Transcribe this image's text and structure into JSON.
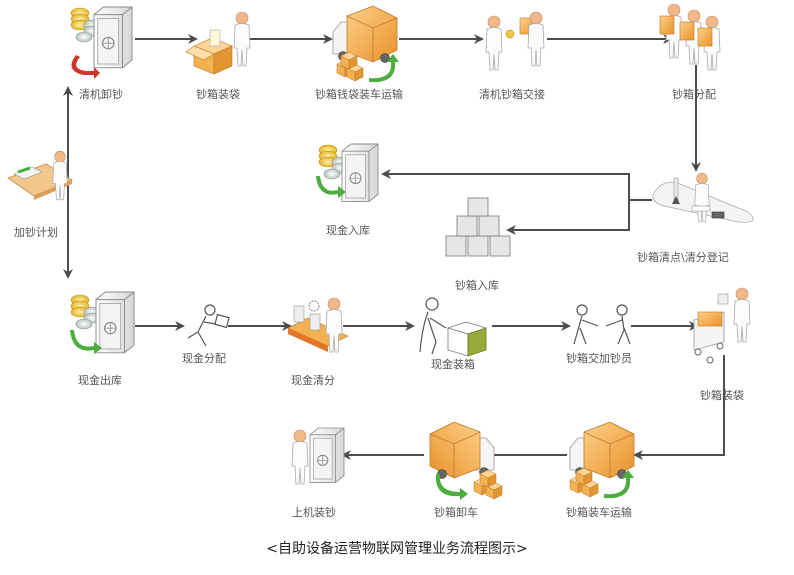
{
  "diagram": {
    "caption": "<自助设备运营物联网管理业务流程图示>",
    "colors": {
      "connector": "#4a4d50",
      "orange": "#f0a640",
      "green": "#4caf3d",
      "red": "#d2332b",
      "skin": "#f1b889",
      "gold": "#f1c84a"
    },
    "nodes": [
      {
        "id": "plan",
        "label": "加钞计划",
        "icon": "desk-worker-icon"
      },
      {
        "id": "unload_clear",
        "label": "清机卸钞",
        "icon": "vault-unload-icon"
      },
      {
        "id": "box_bag1",
        "label": "钞箱装袋",
        "icon": "packing-worker-icon"
      },
      {
        "id": "truck_load1",
        "label": "钞箱钱袋装车运输",
        "icon": "truck-load-icon"
      },
      {
        "id": "handover",
        "label": "清机钞箱交接",
        "icon": "handover-icon"
      },
      {
        "id": "distribute_box",
        "label": "钞箱分配",
        "icon": "box-carriers-icon"
      },
      {
        "id": "count_register",
        "label": "钞箱清点\\清分登记",
        "icon": "workstation-icon"
      },
      {
        "id": "cash_in",
        "label": "现金入库",
        "icon": "vault-deposit-icon"
      },
      {
        "id": "box_store",
        "label": "钞箱入库",
        "icon": "box-stack-icon"
      },
      {
        "id": "cash_out",
        "label": "现金出库",
        "icon": "vault-withdraw-icon"
      },
      {
        "id": "cash_dist",
        "label": "现金分配",
        "icon": "running-courier-icon"
      },
      {
        "id": "cash_sort",
        "label": "现金清分",
        "icon": "conveyor-icon"
      },
      {
        "id": "cash_box",
        "label": "现金装箱",
        "icon": "boxing-person-icon"
      },
      {
        "id": "box_to_staff",
        "label": "钞箱交加钞员",
        "icon": "handoff-people-icon"
      },
      {
        "id": "box_bag2",
        "label": "钞箱装袋",
        "icon": "cart-worker-icon"
      },
      {
        "id": "truck_load2",
        "label": "钞箱装车运输",
        "icon": "truck-load-icon"
      },
      {
        "id": "truck_unload",
        "label": "钞箱卸车",
        "icon": "truck-unload-icon"
      },
      {
        "id": "machine_load",
        "label": "上机装钞",
        "icon": "atm-loading-icon"
      }
    ]
  }
}
